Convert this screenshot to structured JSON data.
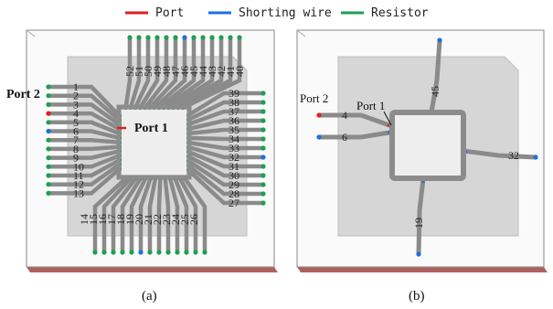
{
  "legend": {
    "port": {
      "label": "Port",
      "color": "#e02020"
    },
    "shorting_wire": {
      "label": "Shorting wire",
      "color": "#1e6fe0"
    },
    "resistor": {
      "label": "Resistor",
      "color": "#1aa050"
    }
  },
  "panel_a": {
    "caption": "(a)",
    "port1_label": "Port 1",
    "port2_label": "Port 2",
    "pins": {
      "left": [
        "1",
        "2",
        "3",
        "4",
        "5",
        "6",
        "7",
        "8",
        "9",
        "10",
        "11",
        "12",
        "13"
      ],
      "bottom": [
        "14",
        "15",
        "16",
        "17",
        "18",
        "19",
        "20",
        "21",
        "22",
        "23",
        "24",
        "25",
        "26"
      ],
      "right": [
        "27",
        "28",
        "29",
        "30",
        "31",
        "32",
        "33",
        "34",
        "35",
        "36",
        "37",
        "38",
        "39"
      ],
      "top": [
        "40",
        "41",
        "42",
        "43",
        "44",
        "45",
        "46",
        "47",
        "48",
        "49",
        "50",
        "51",
        "52"
      ]
    }
  },
  "panel_b": {
    "caption": "(b)",
    "port1_label": "Port 1",
    "port2_label": "Port 2",
    "pins": [
      "4",
      "6",
      "45",
      "32",
      "19"
    ]
  },
  "colors": {
    "lead": "#8a8a8a",
    "package": "#d4d4d4",
    "ring": "#8c8c8c"
  }
}
